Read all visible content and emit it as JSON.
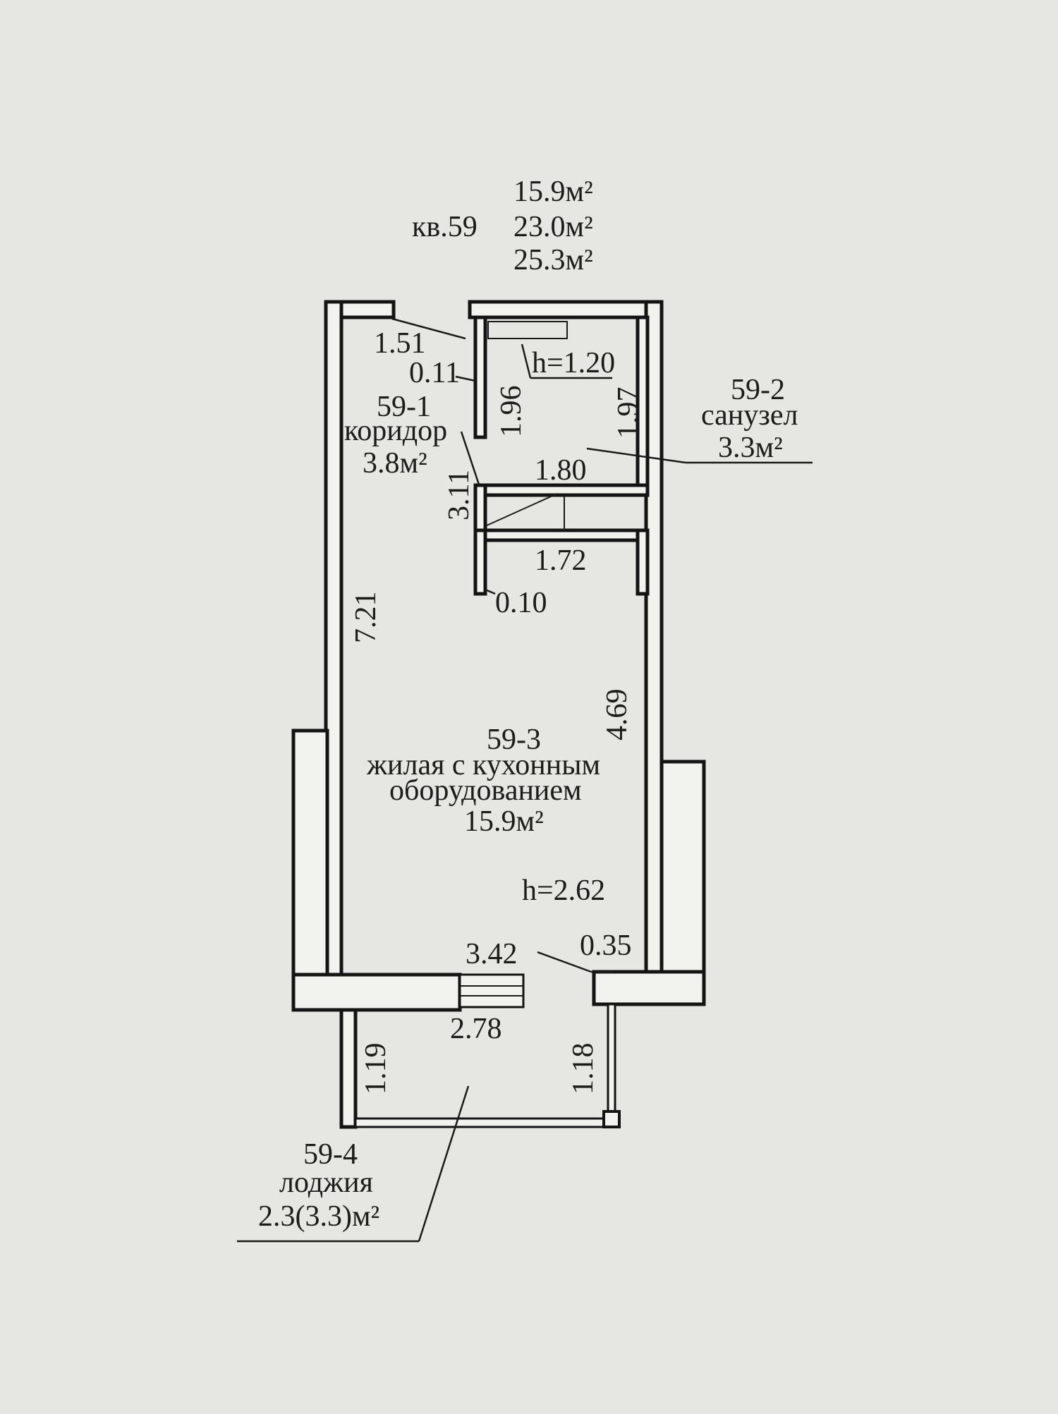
{
  "apartment": {
    "label": "кв.59",
    "area_living": "15.9м²",
    "area_total": "23.0м²",
    "area_with_loggia": "25.3м²"
  },
  "rooms": {
    "corridor": {
      "number": "59-1",
      "name": "коридор",
      "area": "3.8м²"
    },
    "bathroom": {
      "number": "59-2",
      "name": "санузел",
      "area": "3.3м²"
    },
    "living": {
      "number": "59-3",
      "name_line1": "жилая с кухонным",
      "name_line2": "оборудованием",
      "area": "15.9м²",
      "height": "h=2.62"
    },
    "loggia": {
      "number": "59-4",
      "name": "лоджия",
      "area": "2.3(3.3)м²"
    }
  },
  "dimensions": {
    "entry_width": "1.51",
    "wall_thickness_top": "0.11",
    "bath_niche_height": "h=1.20",
    "bath_left_height": "1.96",
    "bath_right_height": "1.97",
    "bath_width": "1.80",
    "corridor_length": "3.11",
    "lower_width": "1.72",
    "wall_thickness_mid": "0.10",
    "room_length_left": "7.21",
    "room_length_right": "4.69",
    "room_width": "3.42",
    "wall_thickness_bottom": "0.35",
    "loggia_width": "2.78",
    "loggia_depth_left": "1.19",
    "loggia_depth_right": "1.18"
  }
}
